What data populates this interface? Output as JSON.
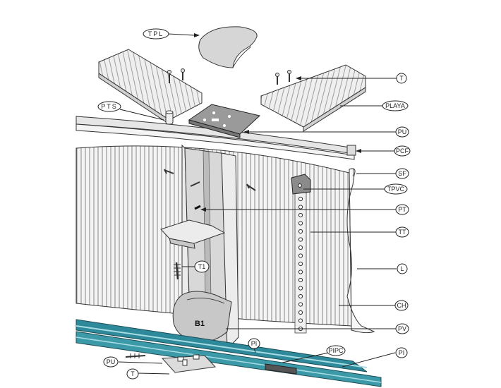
{
  "diagram": {
    "labels": {
      "tpl": "TPL",
      "t_top": "T",
      "playa": "PLAYA",
      "pts": "PTS",
      "pu_top": "PU",
      "pcf": "PCF",
      "sf": "SF",
      "tpvc": "TPVC",
      "pt": "PT",
      "tt": "TT",
      "t1": "T1",
      "l": "L",
      "ch": "CH",
      "b1": "B1",
      "pv": "PV",
      "pi_mid": "PI",
      "pipc": "PIPC",
      "pi_right": "PI",
      "pu_bottom": "PU",
      "t_bottom": "T"
    }
  }
}
